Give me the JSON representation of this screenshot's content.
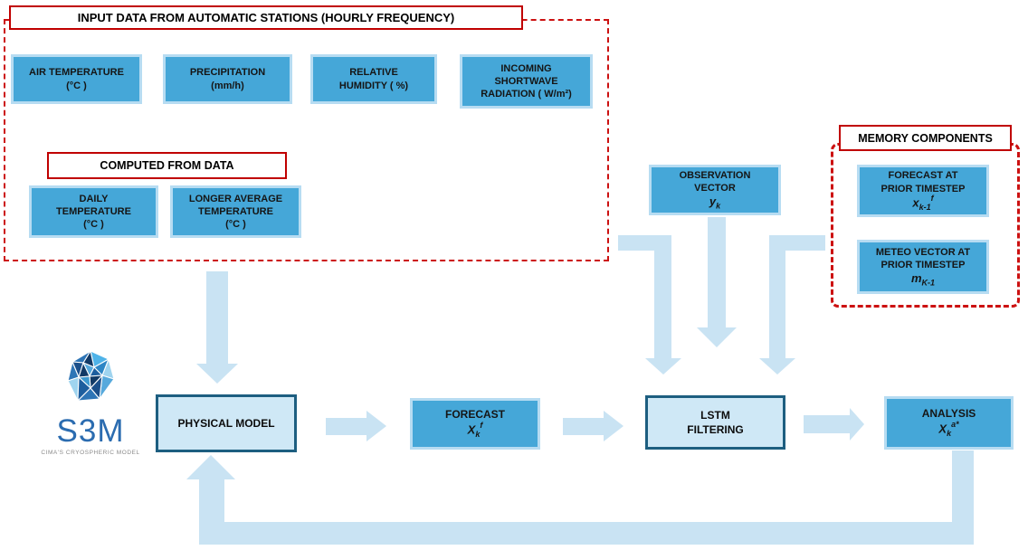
{
  "colors": {
    "data_box_blue": "#45a7d8",
    "data_box_border": "#b7dcf2",
    "process_box_fill": "#cfe8f6",
    "process_box_border": "#1d5e80",
    "arrow_light_blue": "#c9e3f3",
    "section_red": "#c00000",
    "logo_blue": "#2b6cb0"
  },
  "input_section": {
    "title": "INPUT DATA FROM AUTOMATIC STATIONS (HOURLY FREQUENCY)",
    "boxes": [
      {
        "lines": [
          "AIR TEMPERATURE",
          "(°C )"
        ]
      },
      {
        "lines": [
          "PRECIPITATION",
          "(mm/h)"
        ]
      },
      {
        "lines": [
          "RELATIVE",
          "HUMIDITY ( %)"
        ]
      },
      {
        "lines": [
          "INCOMING",
          "SHORTWAVE",
          "RADIATION ( W/m²)"
        ]
      }
    ],
    "computed": {
      "title": "COMPUTED FROM DATA",
      "boxes": [
        {
          "lines": [
            "DAILY",
            "TEMPERATURE",
            "(°C )"
          ]
        },
        {
          "lines": [
            "LONGER AVERAGE",
            "TEMPERATURE",
            "(°C )"
          ]
        }
      ]
    }
  },
  "observation": {
    "lines": [
      "OBSERVATION",
      "VECTOR"
    ],
    "formula": {
      "base": "y",
      "sub": "k"
    }
  },
  "memory_section": {
    "title": "MEMORY COMPONENTS",
    "boxes": [
      {
        "lines": [
          "FORECAST AT",
          "PRIOR TIMESTEP"
        ],
        "formula": {
          "base": "x",
          "sub": "k-1",
          "sup": "f"
        }
      },
      {
        "lines": [
          "METEO VECTOR AT",
          "PRIOR TIMESTEP"
        ],
        "formula": {
          "base": "m",
          "sub": "K-1"
        }
      }
    ]
  },
  "pipeline": {
    "physical_model": {
      "label": "PHYSICAL MODEL"
    },
    "forecast": {
      "label": "FORECAST",
      "formula": {
        "base": "X",
        "sub": "k",
        "sup": "f"
      }
    },
    "lstm": {
      "lines": [
        "LSTM",
        "FILTERING"
      ]
    },
    "analysis": {
      "label": "ANALYSIS",
      "formula": {
        "base": "X",
        "sub": "k",
        "sup": "a*"
      }
    }
  },
  "logo": {
    "name": "S3M",
    "tagline": "CIMA'S CRYOSPHERIC MODEL"
  }
}
